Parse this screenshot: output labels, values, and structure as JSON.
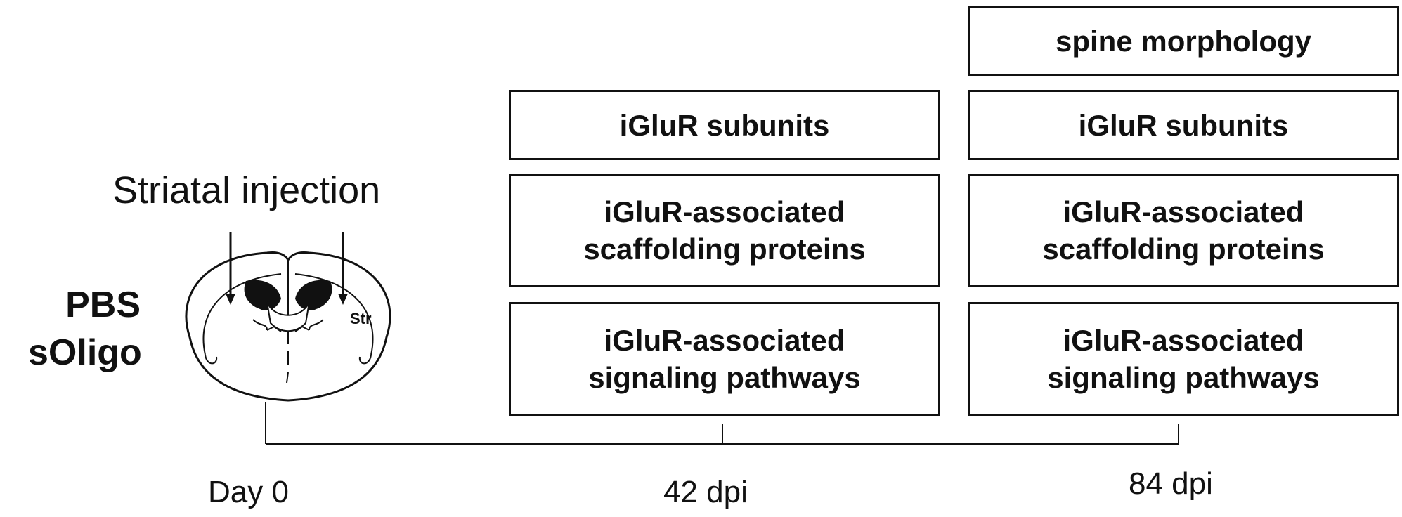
{
  "injection_label": "Striatal injection",
  "groups": [
    "PBS",
    "sOligo"
  ],
  "brain_region_label": "Str",
  "columns": [
    {
      "id": "42dpi",
      "boxes": [
        {
          "lines": [
            "iGluR subunits"
          ]
        },
        {
          "lines": [
            "iGluR-associated",
            "scaffolding proteins"
          ]
        },
        {
          "lines": [
            "iGluR-associated",
            "signaling pathways"
          ]
        }
      ]
    },
    {
      "id": "84dpi",
      "boxes": [
        {
          "lines": [
            "spine morphology"
          ]
        },
        {
          "lines": [
            "iGluR subunits"
          ]
        },
        {
          "lines": [
            "iGluR-associated",
            "scaffolding proteins"
          ]
        },
        {
          "lines": [
            "iGluR-associated",
            "signaling pathways"
          ]
        }
      ]
    }
  ],
  "timeline": [
    "Day 0",
    "42 dpi",
    "84 dpi"
  ],
  "colors": {
    "line": "#111111",
    "brain_fill": "#ffffff",
    "lesion": "#111111"
  }
}
